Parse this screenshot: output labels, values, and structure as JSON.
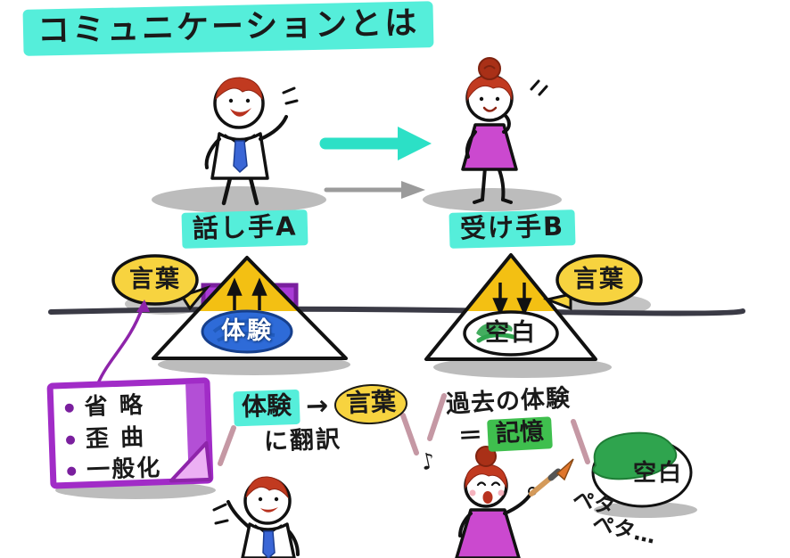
{
  "title": "コミュニケーションとは",
  "labels": {
    "speaker": "話し手A",
    "receiver": "受け手B"
  },
  "iceberg_left": {
    "bubble": "言葉",
    "inner": "体験"
  },
  "iceberg_right": {
    "bubble": "言葉",
    "inner": "空白"
  },
  "note_card": {
    "items": [
      "省 略",
      "歪 曲",
      "一般化"
    ]
  },
  "translation": {
    "from": "体験",
    "arrow": "→",
    "to": "言葉",
    "caption": "に翻訳"
  },
  "memory": {
    "line1": "過去の体験",
    "equals": "＝",
    "highlight": "記憶"
  },
  "paint": {
    "blob_label": "空白",
    "sound1": "ペタ",
    "sound2": "ペタ…",
    "note": "♪"
  },
  "colors": {
    "highlight_cyan": "#55eeda",
    "highlight_yellow": "#f7d33f",
    "highlight_green": "#3fbf4e",
    "triangle_gold": "#f3c013",
    "ellipse_blue": "#2e6bd8",
    "purple": "#a12cc7",
    "arrow_teal": "#2ce0c6",
    "arrow_gray": "#9b9b9b",
    "dress_magenta": "#cb49cf",
    "hair_red": "#c13a20"
  }
}
